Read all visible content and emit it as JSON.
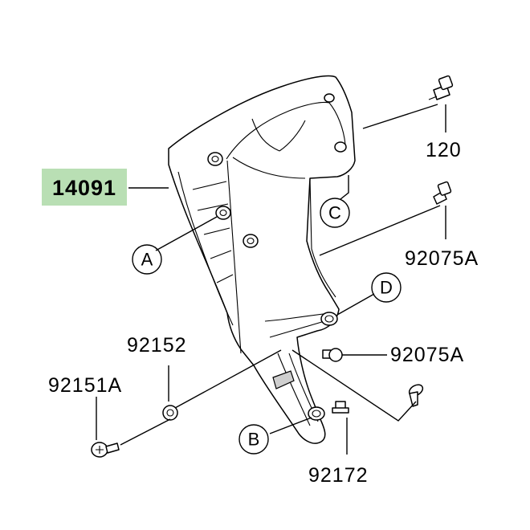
{
  "diagram": {
    "main_part": "14091",
    "part_numbers": {
      "p120": "120",
      "p92075a_top": "92075A",
      "p92075a_mid": "92075A",
      "p92152": "92152",
      "p92151a": "92151A",
      "p92172": "92172"
    },
    "ref_letters": {
      "a": "A",
      "b": "B",
      "c": "C",
      "d": "D"
    },
    "colors": {
      "main_label_bg": "#b9dfb4",
      "line": "#000000",
      "background": "#ffffff"
    }
  }
}
